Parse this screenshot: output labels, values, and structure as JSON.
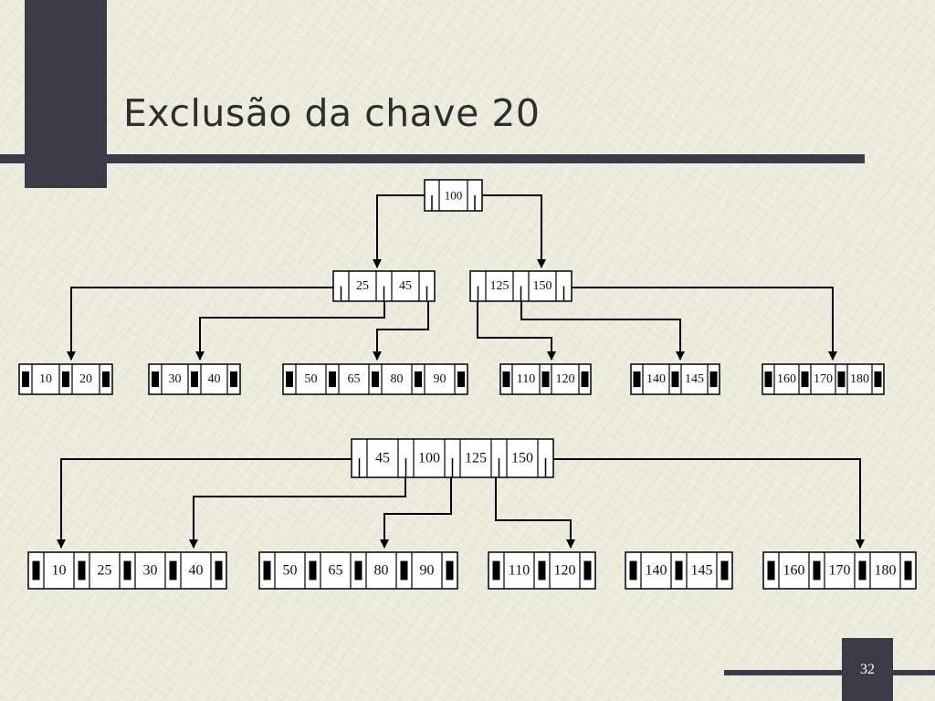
{
  "slide": {
    "title": "Exclusão da chave 20",
    "page_number": "32"
  },
  "colors": {
    "accent_dark": "#3a3b47",
    "line": "#000000",
    "node_fill": "#ffffff"
  },
  "trees": [
    {
      "id": "before",
      "levels": [
        [
          {
            "keys": [
              "100"
            ]
          }
        ],
        [
          {
            "keys": [
              "25",
              "45"
            ]
          },
          {
            "keys": [
              "125",
              "150"
            ]
          }
        ],
        [
          {
            "keys": [
              "10",
              "20"
            ]
          },
          {
            "keys": [
              "30",
              "40"
            ]
          },
          {
            "keys": [
              "50",
              "65",
              "80",
              "90"
            ]
          },
          {
            "keys": [
              "110",
              "120"
            ]
          },
          {
            "keys": [
              "140",
              "145"
            ]
          },
          {
            "keys": [
              "160",
              "170",
              "180"
            ]
          }
        ]
      ]
    },
    {
      "id": "after",
      "levels": [
        [
          {
            "keys": [
              "45",
              "100",
              "125",
              "150"
            ]
          }
        ],
        [
          {
            "keys": [
              "10",
              "25",
              "30",
              "40"
            ]
          },
          {
            "keys": [
              "50",
              "65",
              "80",
              "90"
            ]
          },
          {
            "keys": [
              "110",
              "120"
            ]
          },
          {
            "keys": [
              "140",
              "145"
            ]
          },
          {
            "keys": [
              "160",
              "170",
              "180"
            ]
          }
        ]
      ]
    }
  ]
}
